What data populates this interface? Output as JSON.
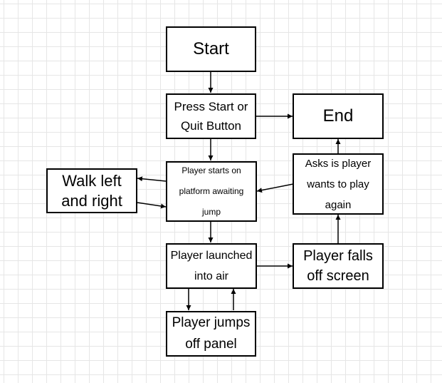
{
  "diagram": {
    "nodes": [
      {
        "id": "start",
        "label": "Start"
      },
      {
        "id": "press",
        "label": "Press Start or\nQuit Button"
      },
      {
        "id": "end",
        "label": "End"
      },
      {
        "id": "walk",
        "label": "Walk left\nand right"
      },
      {
        "id": "platform",
        "label": "Player starts on\nplatform awaiting\njump"
      },
      {
        "id": "asks",
        "label": "Asks is player\nwants to play\nagain"
      },
      {
        "id": "launched",
        "label": "Player launched\ninto air"
      },
      {
        "id": "falls",
        "label": "Player falls\noff screen"
      },
      {
        "id": "jumps",
        "label": "Player jumps\noff panel"
      }
    ],
    "edges": [
      {
        "from": "start",
        "to": "press"
      },
      {
        "from": "press",
        "to": "end"
      },
      {
        "from": "press",
        "to": "platform"
      },
      {
        "from": "platform",
        "to": "walk"
      },
      {
        "from": "walk",
        "to": "platform"
      },
      {
        "from": "platform",
        "to": "launched"
      },
      {
        "from": "launched",
        "to": "jumps"
      },
      {
        "from": "jumps",
        "to": "launched"
      },
      {
        "from": "launched",
        "to": "falls"
      },
      {
        "from": "falls",
        "to": "asks"
      },
      {
        "from": "asks",
        "to": "platform"
      },
      {
        "from": "asks",
        "to": "end"
      }
    ]
  }
}
